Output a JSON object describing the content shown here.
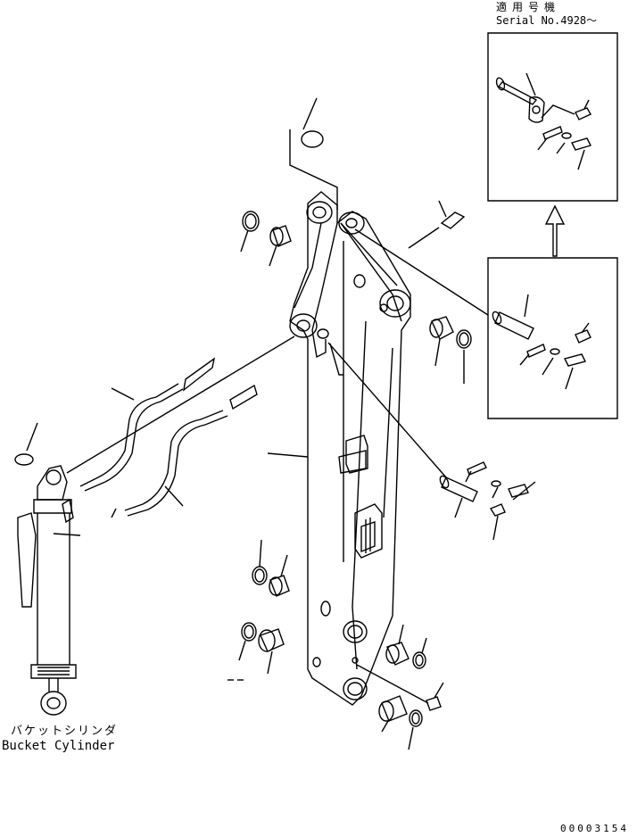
{
  "header": {
    "applicable_label": "適用号機",
    "serial_label": "Serial No.4928～"
  },
  "labels": {
    "cylinder_jp": "バケットシリンダ",
    "cylinder_en": "Bucket Cylinder",
    "drawing_number": "00003154"
  },
  "colors": {
    "line": "#000000",
    "background": "#ffffff"
  },
  "icons": {
    "arrow": "up-arrow-icon"
  }
}
